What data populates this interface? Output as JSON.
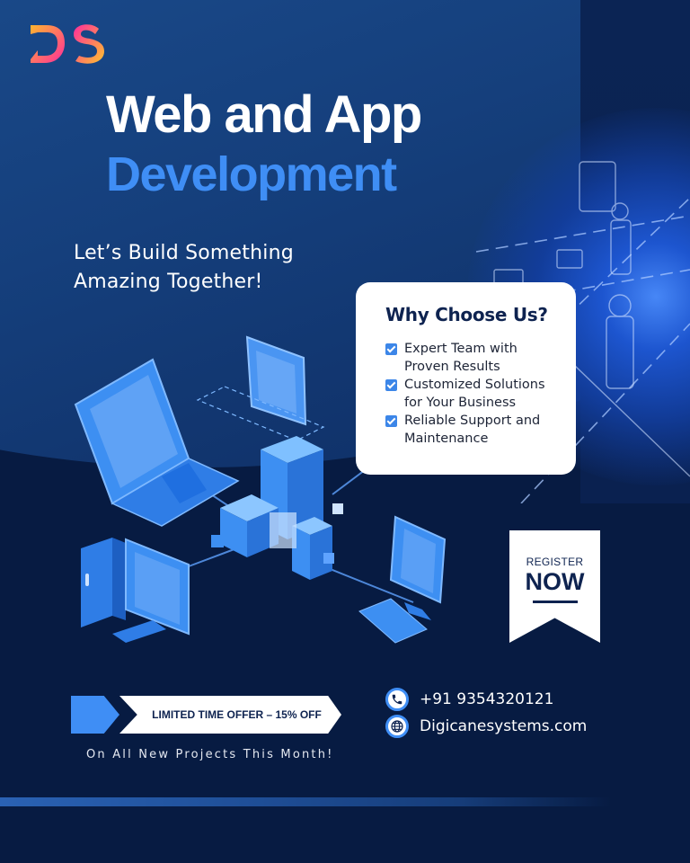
{
  "brand": {
    "logo_text": "DS",
    "logo_colors": [
      "#ff2d9c",
      "#ffb52e"
    ]
  },
  "headline": {
    "line1": "Web and App",
    "line2": "Development"
  },
  "tagline": {
    "line1": "Let’s Build Something",
    "line2": "Amazing Together!"
  },
  "why_choose": {
    "title": "Why Choose Us?",
    "items": [
      {
        "line1": "Expert Team with",
        "line2": "Proven Results"
      },
      {
        "line1": "Customized Solutions",
        "line2": "for Your Business"
      },
      {
        "line1": "Reliable Support and",
        "line2": "Maintenance"
      }
    ]
  },
  "cta": {
    "small": "REGISTER",
    "big": "NOW"
  },
  "offer": {
    "label": "LIMITED TIME OFFER – 15% OFF",
    "subtext": "On All New Projects This Month!"
  },
  "contact": {
    "phone": "+91 9354320121",
    "website": "Digicanesystems.com",
    "phone_icon": "phone-icon",
    "web_icon": "globe-icon"
  },
  "colors": {
    "background": "#071b42",
    "accent_blue": "#3f8ef5",
    "navy_text": "#0e2350"
  }
}
